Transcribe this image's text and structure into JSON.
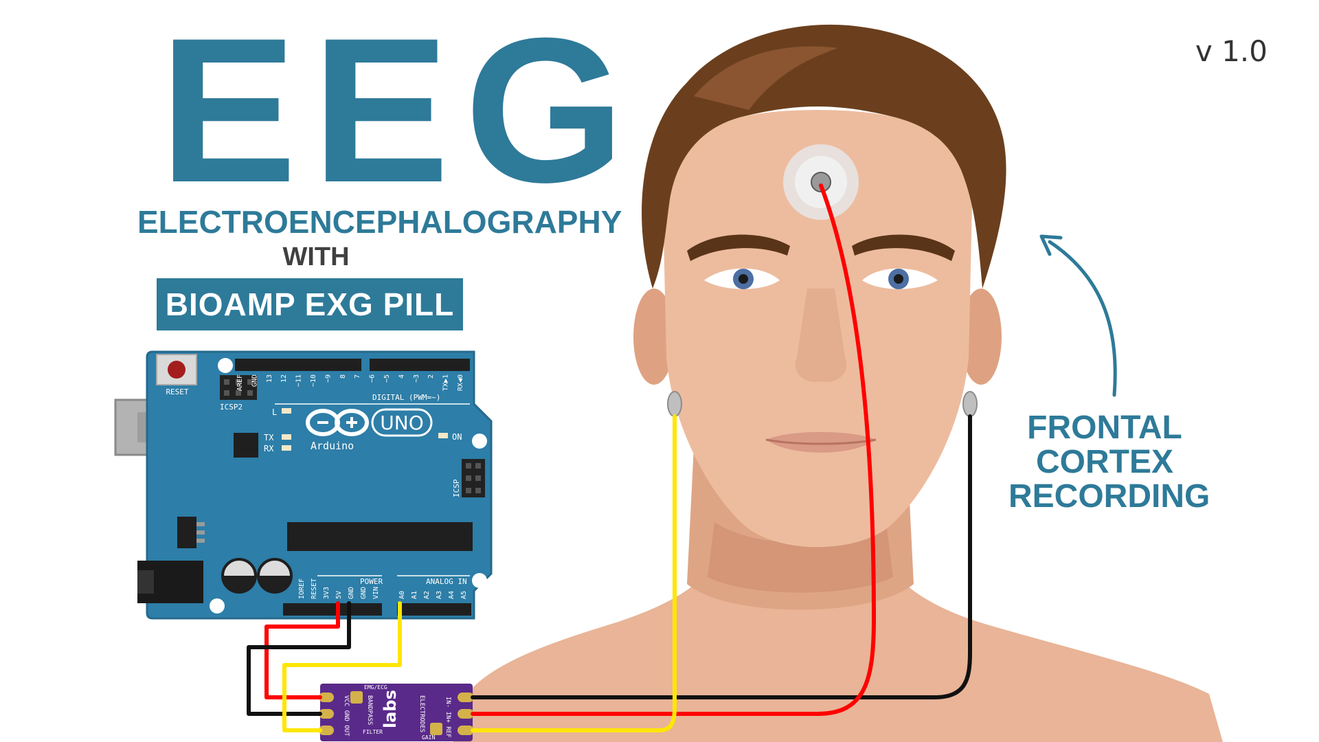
{
  "title": "EEG",
  "subtitle": "ELECTROENCEPHALOGRAPHY",
  "connector": "WITH",
  "product": "BIOAMP EXG PILL",
  "version": "v 1.0",
  "annotation": {
    "line1": "FRONTAL",
    "line2": "CORTEX",
    "line3": "RECORDING"
  },
  "arduino": {
    "reset_label": "RESET",
    "icsp2_label": "ICSP2",
    "icsp_label": "ICSP",
    "digital_label": "DIGITAL (PWM=~)",
    "logo_uno": "UNO",
    "logo_name": "Arduino",
    "led_l": "L",
    "led_tx": "TX",
    "led_rx": "RX",
    "led_on": "ON",
    "power_label": "POWER",
    "analog_label": "ANALOG IN",
    "power_pins": [
      "IOREF",
      "RESET",
      "3V3",
      "5V",
      "GND",
      "GND",
      "VIN"
    ],
    "analog_pins": [
      "A0",
      "A1",
      "A2",
      "A3",
      "A4",
      "A5"
    ],
    "digital_pins": [
      "AREF",
      "GND",
      "13",
      "12",
      "~11",
      "~10",
      "~9",
      "8",
      "7",
      "~6",
      "~5",
      "4",
      "~3",
      "2",
      "TX▶1",
      "RX◀0"
    ]
  },
  "bioamp": {
    "brand": "labs",
    "left_pins": [
      "VCC",
      "GND",
      "OUT"
    ],
    "filter_label": "FILTER",
    "bandpass_label": "BANDPASS",
    "electrodes_label": "ELECTRODES",
    "right_pins": [
      "IN-",
      "IN+",
      "REF"
    ],
    "gain_label": "GAIN",
    "mode_label": "EMG/ECG"
  },
  "colors": {
    "accent": "#2e7a99",
    "board": "#2d7ea8",
    "wire_red": "#ff0000",
    "wire_black": "#111111",
    "wire_yellow": "#ffe600",
    "pill": "#5a2a8a",
    "skin": "#e9b497",
    "hair": "#6b3f1d"
  }
}
